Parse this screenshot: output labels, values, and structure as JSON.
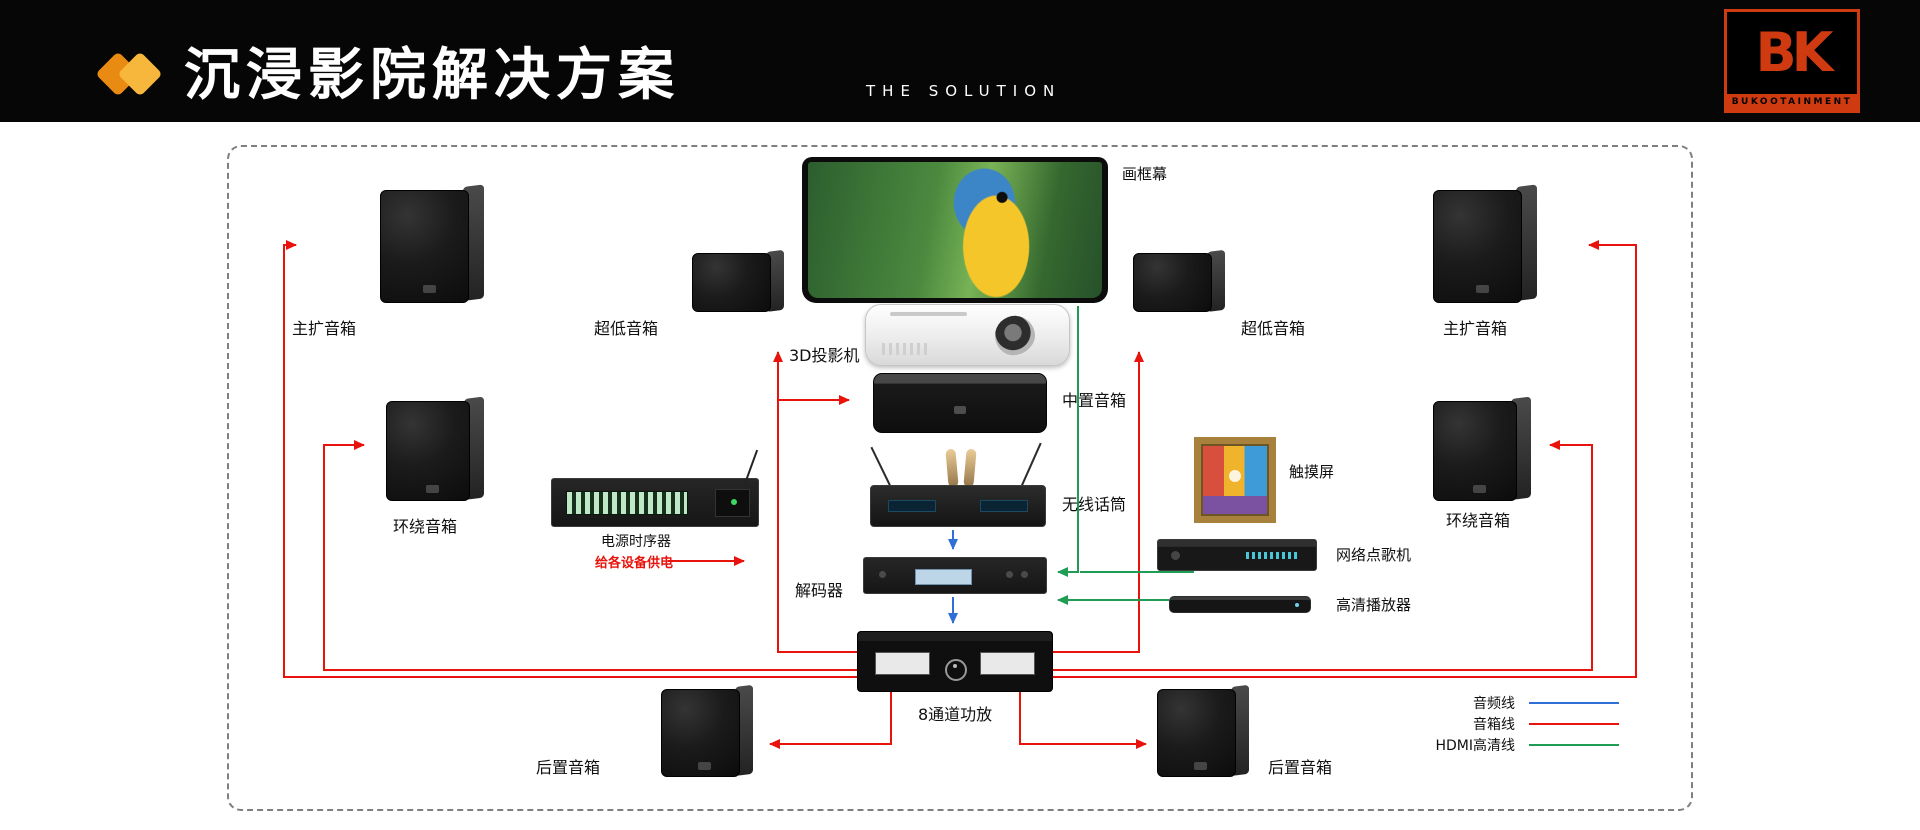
{
  "header": {
    "title": "沉浸影院解决方案",
    "subtitle": "THE SOLUTION",
    "logo_text": "BK",
    "logo_brand": "BUKOOTAINMENT"
  },
  "colors": {
    "audio_line": "#2f6fd6",
    "speaker_line": "#e8130c",
    "hdmi_line": "#1f9d55",
    "accent_orange": "#f7b63c",
    "logo_red": "#d03a10"
  },
  "devices": {
    "screen_label": "画框幕",
    "projector_label": "3D投影机",
    "center_speaker_label": "中置音箱",
    "wireless_mic_label": "无线话筒",
    "decoder_label": "解码器",
    "amplifier_label": "8通道功放",
    "main_speaker_left_label": "主扩音箱",
    "main_speaker_right_label": "主扩音箱",
    "subwoofer_left_label": "超低音箱",
    "subwoofer_right_label": "超低音箱",
    "surround_left_label": "环绕音箱",
    "surround_right_label": "环绕音箱",
    "rear_left_label": "后置音箱",
    "rear_right_label": "后置音箱",
    "power_timer_label": "电源时序器",
    "power_timer_note": "给各设备供电",
    "touch_screen_label": "触摸屏",
    "karaoke_label": "网络点歌机",
    "hd_player_label": "高清播放器"
  },
  "legend": {
    "items": [
      {
        "label": "音频线",
        "color": "#2f6fd6"
      },
      {
        "label": "音箱线",
        "color": "#e8130c"
      },
      {
        "label": "HDMI高清线",
        "color": "#1f9d55"
      }
    ]
  }
}
